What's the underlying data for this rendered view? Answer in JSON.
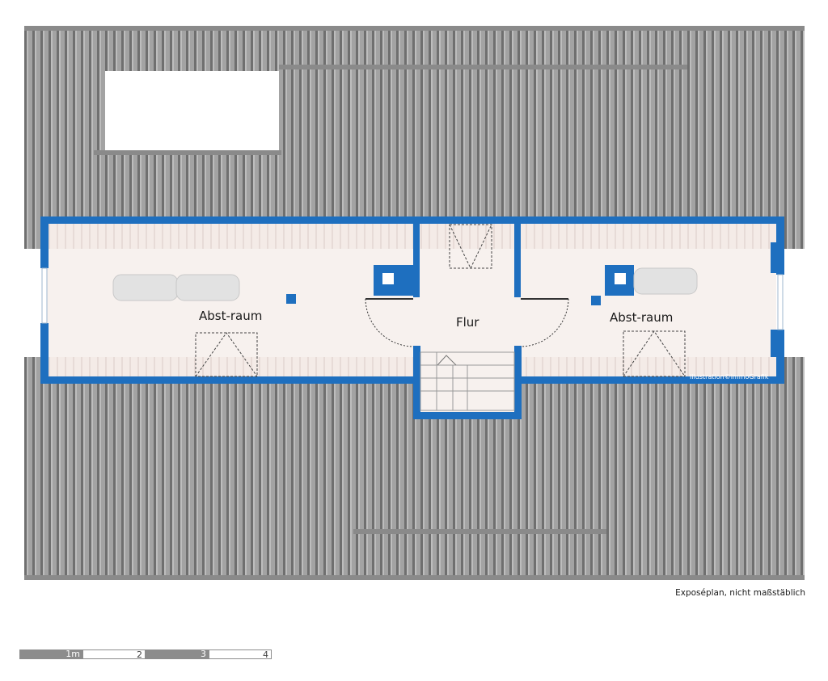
{
  "rooms": {
    "left": "Abst-raum",
    "center": "Flur",
    "right": "Abst-raum"
  },
  "credit": "Illustration©immoGrafik",
  "caption": "Exposéplan, nicht maßstäblich",
  "scale": {
    "labels": [
      "1m",
      "2",
      "3",
      "4"
    ]
  },
  "colors": {
    "wall": "#1e6fbf",
    "roof": "#9a9a9a",
    "roof_line": "#6e6e6e",
    "floor": "#f7f1ee",
    "appliance": "#e2e2e2"
  }
}
